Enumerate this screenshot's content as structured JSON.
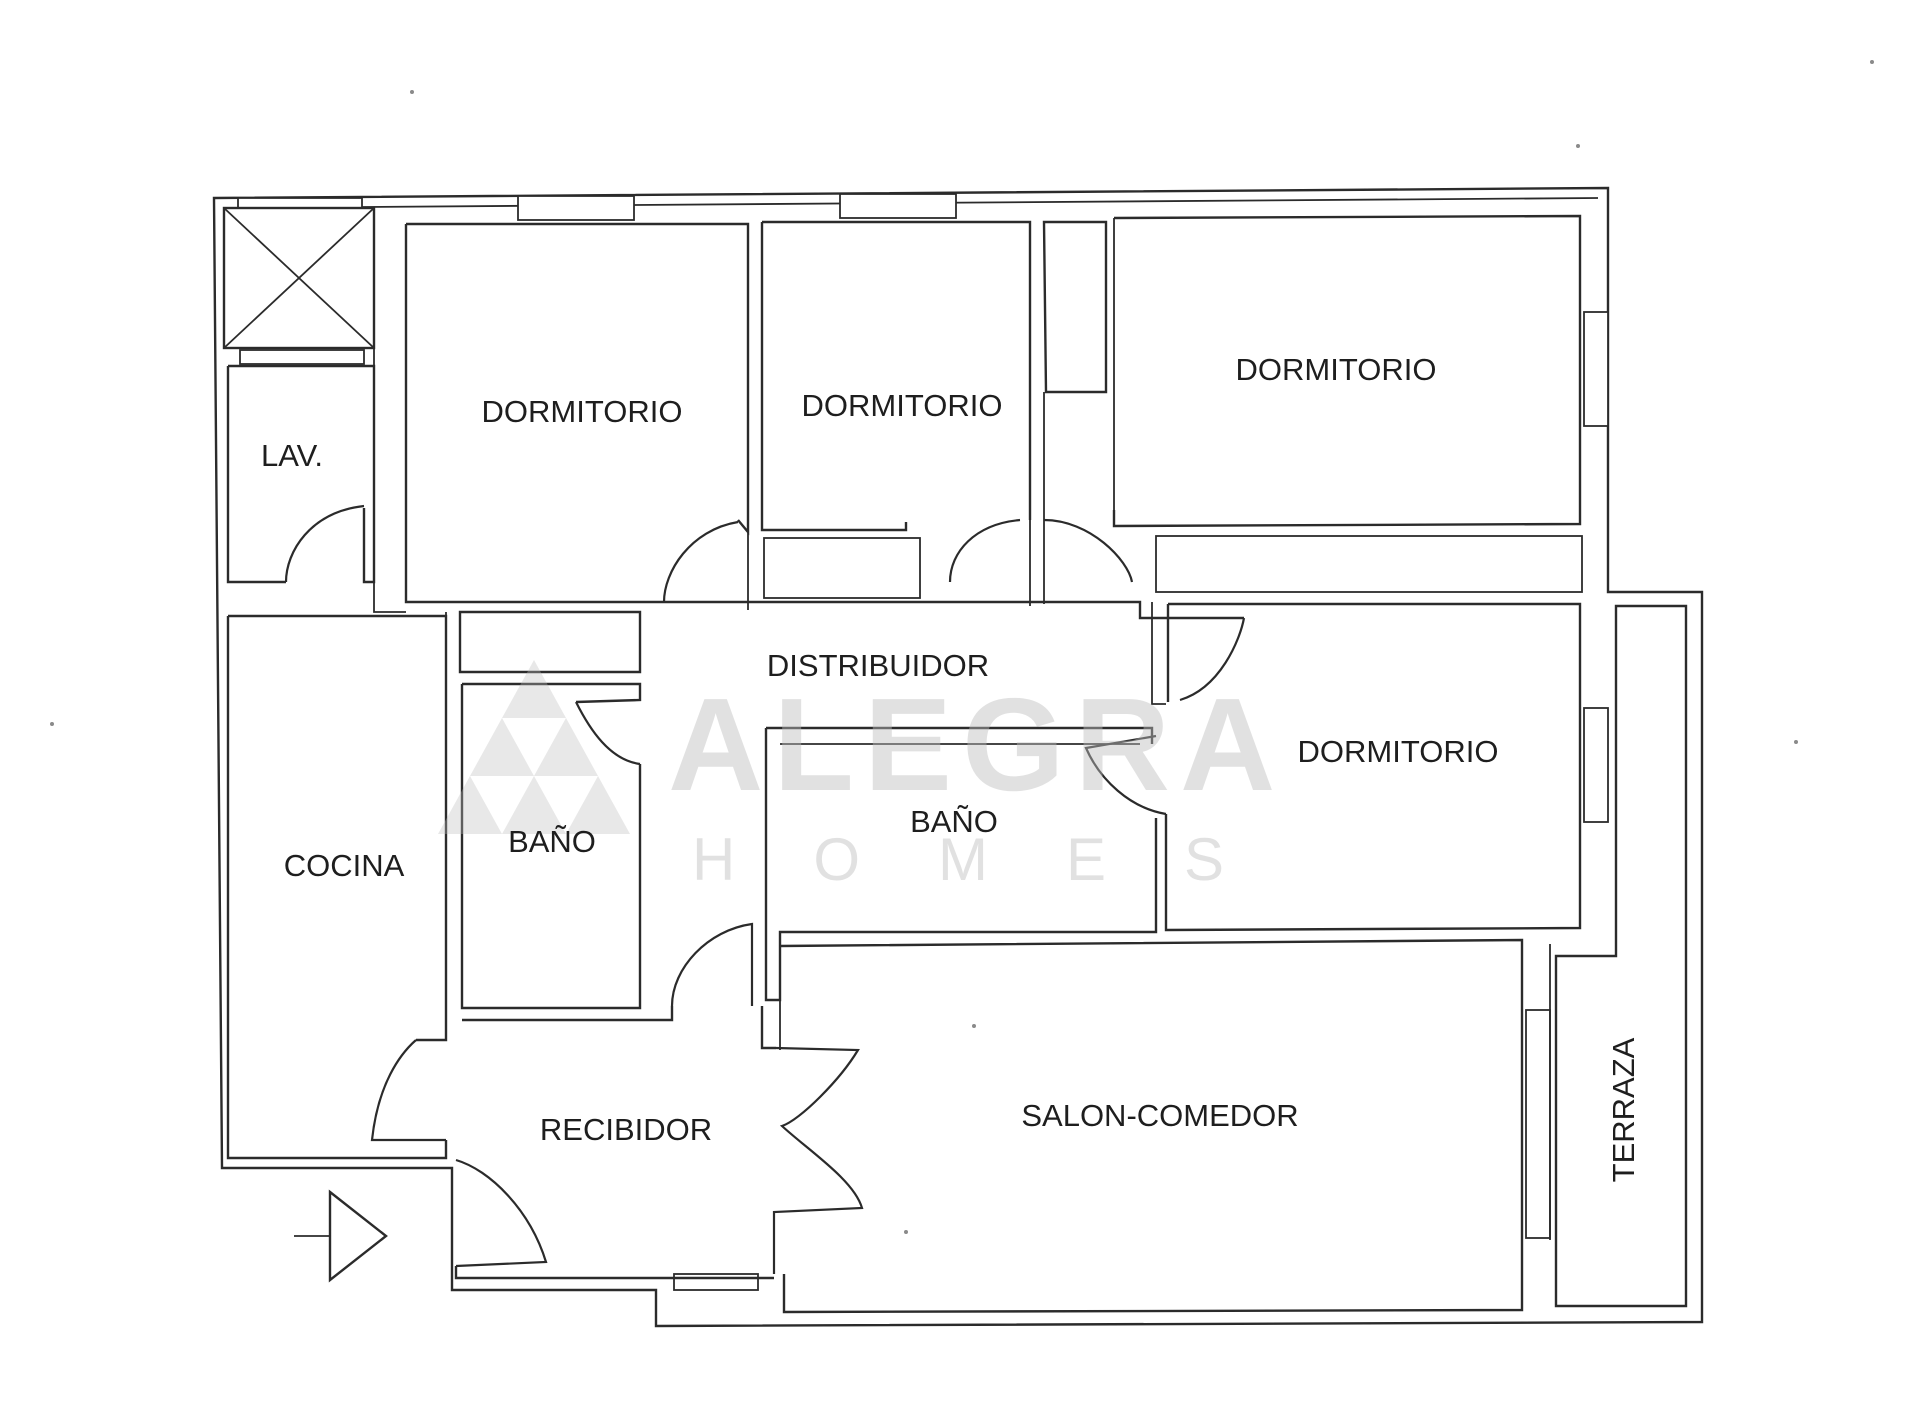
{
  "rooms": {
    "lav": "LAV.",
    "dormitorio_1": "DORMITORIO",
    "dormitorio_2": "DORMITORIO",
    "dormitorio_3": "DORMITORIO",
    "dormitorio_4": "DORMITORIO",
    "distribuidor": "DISTRIBUIDOR",
    "cocina": "COCINA",
    "bano_1": "BAÑO",
    "bano_2": "BAÑO",
    "recibidor": "RECIBIDOR",
    "salon_comedor": "SALON-COMEDOR",
    "terraza": "TERRAZA"
  },
  "watermark": {
    "brand": "ALEGRA",
    "sub": "HOMES"
  }
}
